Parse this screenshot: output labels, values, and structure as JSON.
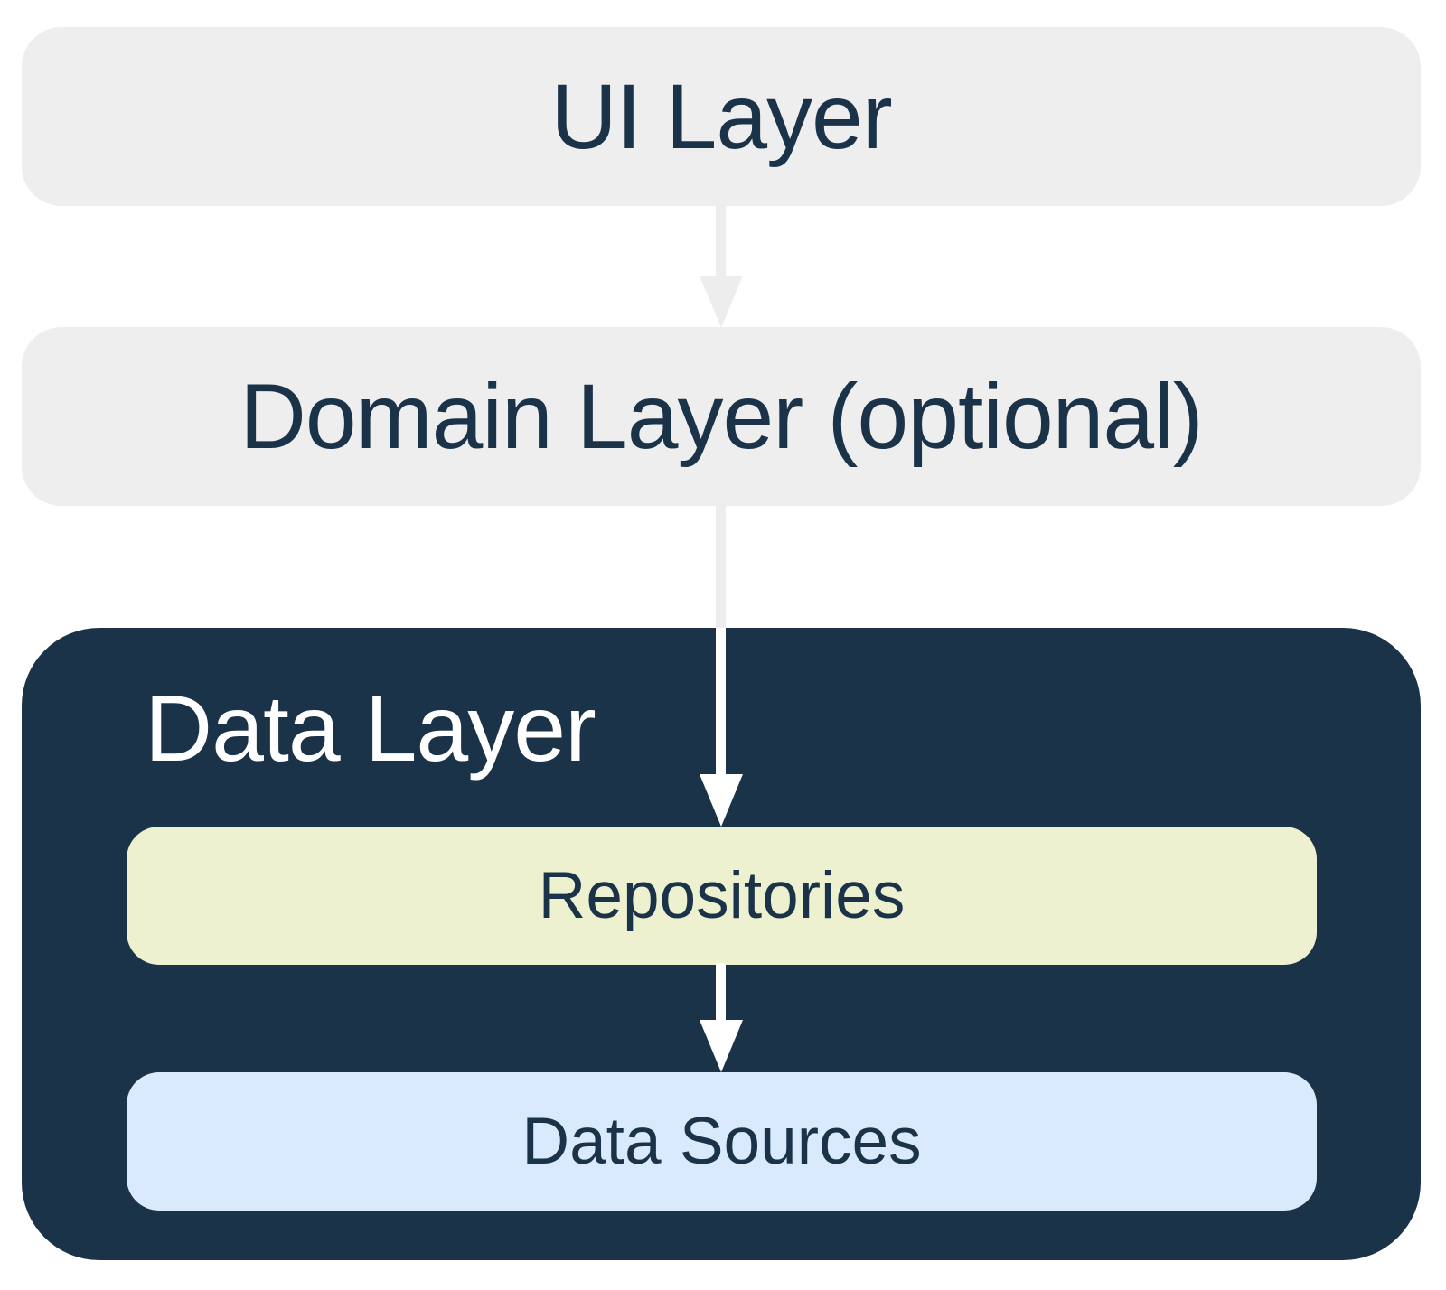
{
  "boxes": {
    "ui_layer": {
      "label": "UI Layer"
    },
    "domain_layer": {
      "label": "Domain Layer (optional)"
    },
    "data_layer": {
      "label": "Data Layer"
    },
    "repositories": {
      "label": "Repositories"
    },
    "data_sources": {
      "label": "Data Sources"
    }
  },
  "arrows": [
    {
      "name": "ui-to-domain",
      "direction": "down",
      "colors": [
        "#EDEDED"
      ]
    },
    {
      "name": "domain-to-repositories",
      "direction": "down",
      "colors": [
        "#EDEDED",
        "#FFFFFF"
      ]
    },
    {
      "name": "repositories-to-data-sources",
      "direction": "down",
      "colors": [
        "#FFFFFF"
      ]
    }
  ],
  "colors": {
    "background": "#FFFFFF",
    "layer_box_fill": "#EEEEEE",
    "dark_navy": "#1B3348",
    "text_navy": "#1B3348",
    "repositories_fill": "#EDF1CF",
    "data_sources_fill": "#D9EAFC",
    "arrow_gray": "#EDEDED",
    "arrow_white": "#FFFFFF"
  }
}
